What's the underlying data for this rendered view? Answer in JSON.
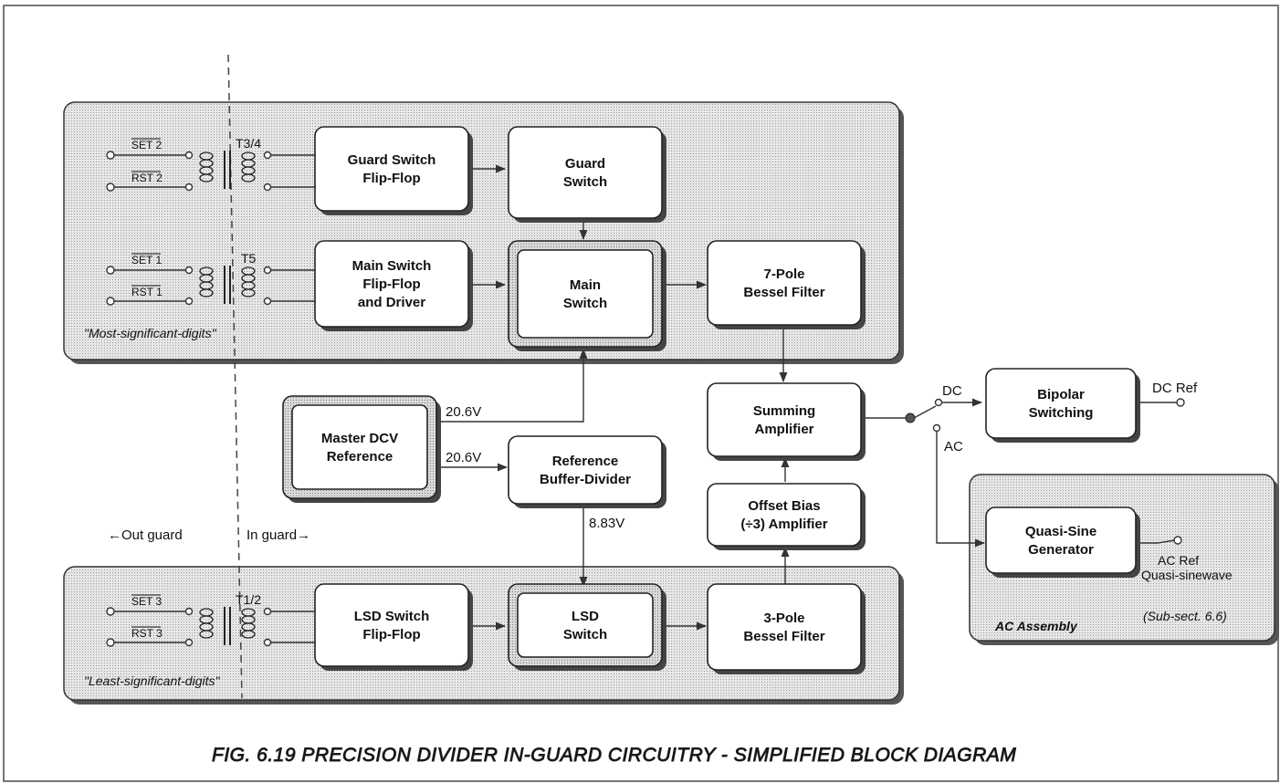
{
  "caption": "FIG. 6.19   PRECISION DIVIDER IN-GUARD CIRCUITRY - SIMPLIFIED BLOCK DIAGRAM",
  "regions": {
    "msd_label": "\"Most-significant-digits\"",
    "lsd_label": "\"Least-significant-digits\"",
    "ac_assembly_label": "AC Assembly",
    "ac_subsection": "(Sub-sect. 6.6)",
    "out_guard": "←Out guard",
    "in_guard": "In guard→"
  },
  "signals": {
    "set2": "SET 2",
    "rst2": "RST 2",
    "set1": "SET 1",
    "rst1": "RST 1",
    "set3": "SET 3",
    "rst3": "RST 3"
  },
  "transformers": {
    "t34": "T3/4",
    "t5": "T5",
    "t12": "T1/2"
  },
  "blocks": {
    "guard_ff": [
      "Guard Switch",
      "Flip-Flop"
    ],
    "guard_switch": [
      "Guard",
      "Switch"
    ],
    "main_ff": [
      "Main Switch",
      "Flip-Flop",
      "and Driver"
    ],
    "main_switch": [
      "Main",
      "Switch"
    ],
    "bessel7": [
      "7-Pole",
      "Bessel Filter"
    ],
    "master_ref": [
      "Master DCV",
      "Reference"
    ],
    "ref_buffer": [
      "Reference",
      "Buffer-Divider"
    ],
    "summing": [
      "Summing",
      "Amplifier"
    ],
    "offset": [
      "Offset Bias",
      "(÷3) Amplifier"
    ],
    "bipolar": [
      "Bipolar",
      "Switching"
    ],
    "quasi": [
      "Quasi-Sine",
      "Generator"
    ],
    "lsd_ff": [
      "LSD Switch",
      "Flip-Flop"
    ],
    "lsd_switch": [
      "LSD",
      "Switch"
    ],
    "bessel3": [
      "3-Pole",
      "Bessel Filter"
    ]
  },
  "voltages": {
    "v_top": "20.6V",
    "v_mid": "20.6V",
    "v_div": "8.83V"
  },
  "outputs": {
    "dc": "DC",
    "ac": "AC",
    "dc_ref": "DC Ref",
    "ac_ref": "AC Ref",
    "quasi_sinewave": "Quasi-sinewave"
  }
}
